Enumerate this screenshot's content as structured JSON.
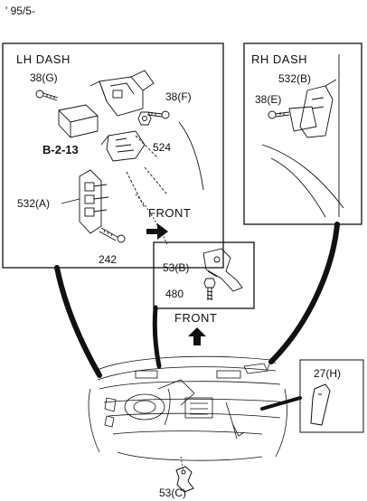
{
  "header_code": "' 95/5-",
  "lh_panel": {
    "title": "LH DASH",
    "ref_label": "B-2-13",
    "parts": {
      "bolt_38g": "38(G)",
      "bolt_38f": "38(F)",
      "nut_524": "524",
      "bracket_532a": "532(A)",
      "bolt_242": "242"
    },
    "direction": "FRONT"
  },
  "rh_panel": {
    "title": "RH DASH",
    "parts": {
      "bracket_532b": "532(B)",
      "bolt_38e": "38(E)"
    }
  },
  "center_panel": {
    "parts": {
      "clip_53b": "53(B)",
      "bolt_480": "480"
    }
  },
  "main_view": {
    "direction": "FRONT",
    "parts": {
      "clip_27h": "27(H)",
      "clip_53c": "53(C)"
    }
  }
}
